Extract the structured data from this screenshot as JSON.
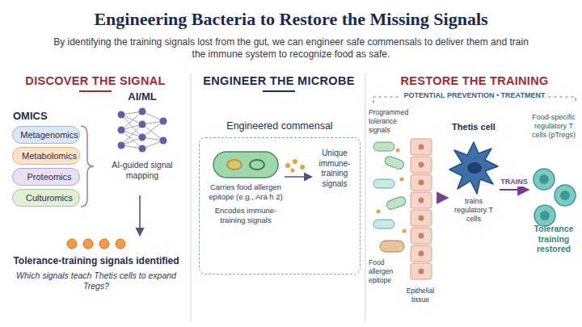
{
  "diagram": {
    "title": "Engineering Bacteria to Restore the Missing Signals",
    "caption": "By identifying the training signals lost from the gut, we can engineer safe commensals to deliver them and train the immune system to recognize food as safe.",
    "nodes": [
      {
        "text": [
          "Metagenomics"
        ]
      },
      {
        "text": [
          "Metabolomics"
        ]
      },
      {
        "text": [
          "Proteomics"
        ]
      },
      {
        "text": [
          "Culturomics"
        ]
      },
      {
        "text": [
          "AI/ML",
          "AI-guided signal mapping"
        ]
      },
      {
        "text": [
          "Tolerance-training signals identified",
          "Which signals teach Thetis cells to expand Tregs?"
        ]
      },
      {
        "text": [
          "Engineered commensal"
        ]
      },
      {
        "text": [
          "Carries food allergen epitope (e.g., Ara h 2)",
          "Encodes immune-training signals"
        ],
        "in": 6
      },
      {
        "text": [
          "Unique immune-training signals"
        ],
        "in": 6
      },
      {
        "text": [
          "Epithelial tissue"
        ]
      },
      {
        "text": [
          "Thetis cell",
          "trains regulatory T cells"
        ]
      },
      {
        "text": [
          "Food-specific regulatory T cells (pTregs)",
          "Tolerance training restored"
        ]
      }
    ],
    "edges": [
      {
        "from": 4,
        "to": 5,
        "arrow": "to"
      },
      {
        "from": 7,
        "to": 8,
        "arrow": "to"
      },
      {
        "from": 9,
        "to": 10,
        "arrow": "to"
      },
      {
        "from": 10,
        "to": 11,
        "label": "TRAINS",
        "arrow": "to"
      }
    ],
    "labels": [
      "DISCOVER THE SIGNAL",
      "ENGINEER THE MICROBE",
      "RESTORE THE TRAINING",
      "OMICS",
      "POTENTIAL PREVENTION • TREATMENT",
      "Programmed tolerance signals",
      "Food allergen epitope"
    ]
  }
}
